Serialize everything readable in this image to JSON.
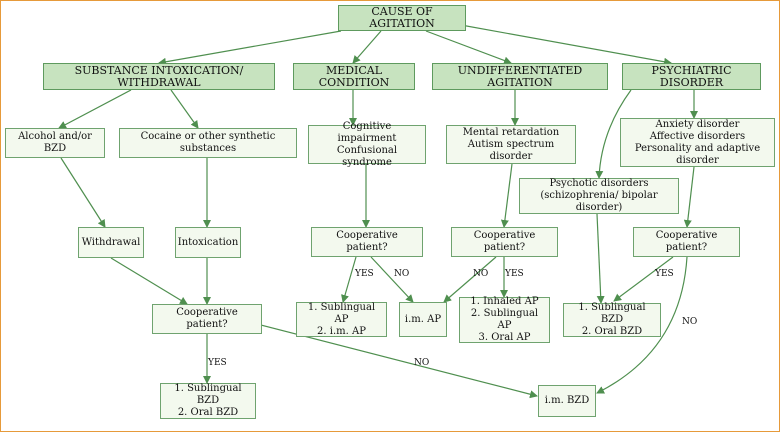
{
  "nodes": {
    "cause": "CAUSE OF AGITATION",
    "substance": "SUBSTANCE INTOXICATION/ WITHDRAWAL",
    "medical": "MEDICAL CONDITION",
    "undifferentiated": "UNDIFFERENTIATED AGITATION",
    "psychiatric": "PSYCHIATRIC DISORDER",
    "alcohol": "Alcohol and/or BZD",
    "cocaine": "Cocaine or other synthetic substances",
    "cognitive": "Cognitive impairment\nConfusional syndrome",
    "mental": "Mental retardation\nAutism spectrum disorder",
    "anxiety": "Anxiety disorder\nAffective disorders\nPersonality and adaptive disorder",
    "psychotic": "Psychotic disorders\n(schizophrenia/ bipolar disorder)",
    "withdrawal": "Withdrawal",
    "intoxication": "Intoxication",
    "coop_medical": "Cooperative patient?",
    "coop_undiff": "Cooperative patient?",
    "coop_psych": "Cooperative patient?",
    "coop_substance": "Cooperative patient?",
    "ap_sublingual": "1. Sublingual AP\n2. i.m. AP",
    "im_ap": "i.m. AP",
    "ap_inhaled": "1. Inhaled AP\n2. Sublingual AP\n3. Oral AP",
    "bzd_sublingual_psych": "1. Sublingual BZD\n2. Oral BZD",
    "bzd_sublingual_subst": "1. Sublingual BZD\n2. Oral BZD",
    "im_bzd": "i.m. BZD"
  },
  "edge_labels": {
    "yes": "YES",
    "no": "NO"
  },
  "colors": {
    "border_frame": "#e69a3a",
    "box_fill": "#f3f9ee",
    "header_fill": "#c7e3bf",
    "line": "#4f8f4f"
  }
}
